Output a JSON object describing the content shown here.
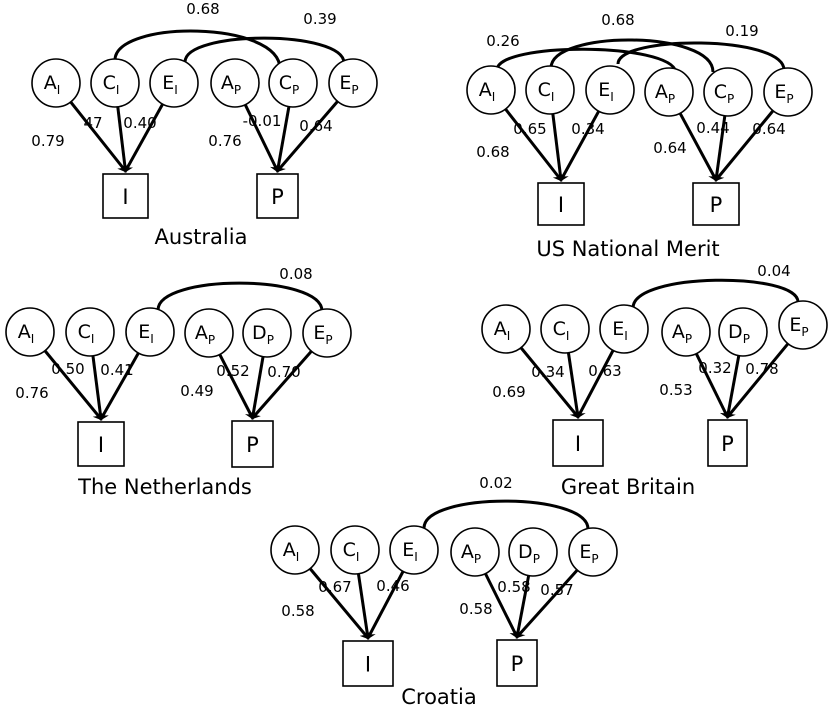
{
  "figure": {
    "panels": [
      {
        "id": "australia",
        "title": "Australia",
        "outcome_I": "I",
        "outcome_P": "P",
        "nodes_I": [
          {
            "letter": "A",
            "sub": "I"
          },
          {
            "letter": "C",
            "sub": "I"
          },
          {
            "letter": "E",
            "sub": "I"
          }
        ],
        "nodes_P": [
          {
            "letter": "A",
            "sub": "P"
          },
          {
            "letter": "C",
            "sub": "P"
          },
          {
            "letter": "E",
            "sub": "P"
          }
        ],
        "paths_I": [
          "0.79",
          "47",
          "0.40"
        ],
        "paths_P": [
          "0.76",
          "-0.01",
          "0.64"
        ],
        "correlations": [
          {
            "from": "C_I",
            "to": "C_P",
            "value": "0.68"
          },
          {
            "from": "E_I",
            "to": "E_P",
            "value": "0.39"
          }
        ]
      },
      {
        "id": "us-national-merit",
        "title": "US National Merit",
        "outcome_I": "I",
        "outcome_P": "P",
        "nodes_I": [
          {
            "letter": "A",
            "sub": "I"
          },
          {
            "letter": "C",
            "sub": "I"
          },
          {
            "letter": "E",
            "sub": "I"
          }
        ],
        "nodes_P": [
          {
            "letter": "A",
            "sub": "P"
          },
          {
            "letter": "C",
            "sub": "P"
          },
          {
            "letter": "E",
            "sub": "P"
          }
        ],
        "paths_I": [
          "0.68",
          "0.65",
          "0.34"
        ],
        "paths_P": [
          "0.64",
          "0.44",
          "0.64"
        ],
        "correlations": [
          {
            "from": "A_I",
            "to": "A_P",
            "value": "0.26"
          },
          {
            "from": "C_I",
            "to": "C_P",
            "value": "0.68"
          },
          {
            "from": "E_I",
            "to": "E_P",
            "value": "0.19"
          }
        ]
      },
      {
        "id": "the-netherlands",
        "title": "The Netherlands",
        "outcome_I": "I",
        "outcome_P": "P",
        "nodes_I": [
          {
            "letter": "A",
            "sub": "I"
          },
          {
            "letter": "C",
            "sub": "I"
          },
          {
            "letter": "E",
            "sub": "I"
          }
        ],
        "nodes_P": [
          {
            "letter": "A",
            "sub": "P"
          },
          {
            "letter": "D",
            "sub": "P"
          },
          {
            "letter": "E",
            "sub": "P"
          }
        ],
        "paths_I": [
          "0.76",
          "0.50",
          "0.41"
        ],
        "paths_P": [
          "0.49",
          "0.52",
          "0.70"
        ],
        "correlations": [
          {
            "from": "E_I",
            "to": "E_P",
            "value": "0.08"
          }
        ]
      },
      {
        "id": "great-britain",
        "title": "Great Britain",
        "outcome_I": "I",
        "outcome_P": "P",
        "nodes_I": [
          {
            "letter": "A",
            "sub": "I"
          },
          {
            "letter": "C",
            "sub": "I"
          },
          {
            "letter": "E",
            "sub": "I"
          }
        ],
        "nodes_P": [
          {
            "letter": "A",
            "sub": "P"
          },
          {
            "letter": "D",
            "sub": "P"
          },
          {
            "letter": "E",
            "sub": "P"
          }
        ],
        "paths_I": [
          "0.69",
          "0.34",
          "0.63"
        ],
        "paths_P": [
          "0.53",
          "0.32",
          "0.78"
        ],
        "correlations": [
          {
            "from": "E_I",
            "to": "E_P",
            "value": "0.04"
          }
        ]
      },
      {
        "id": "croatia",
        "title": "Croatia",
        "outcome_I": "I",
        "outcome_P": "P",
        "nodes_I": [
          {
            "letter": "A",
            "sub": "I"
          },
          {
            "letter": "C",
            "sub": "I"
          },
          {
            "letter": "E",
            "sub": "I"
          }
        ],
        "nodes_P": [
          {
            "letter": "A",
            "sub": "P"
          },
          {
            "letter": "D",
            "sub": "P"
          },
          {
            "letter": "E",
            "sub": "P"
          }
        ],
        "paths_I": [
          "0.58",
          "0.67",
          "0.46"
        ],
        "paths_P": [
          "0.58",
          "0.58",
          "0.57"
        ],
        "correlations": [
          {
            "from": "E_I",
            "to": "E_P",
            "value": "0.02"
          }
        ]
      }
    ]
  }
}
